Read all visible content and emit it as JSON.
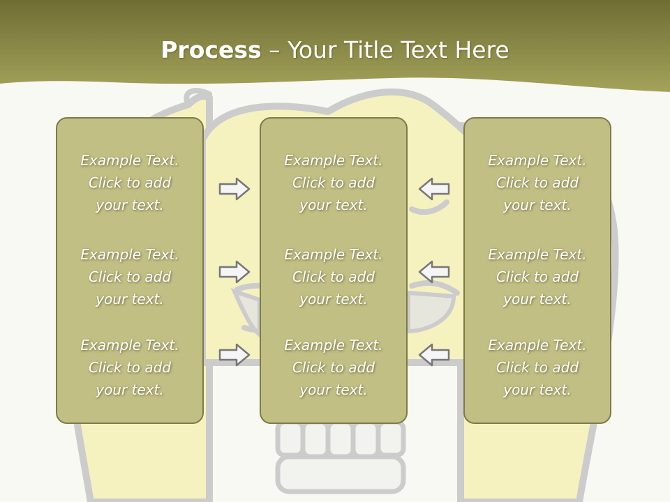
{
  "slide": {
    "title_bold": "Process",
    "title_rest": " – Your Title Text Here"
  },
  "colors": {
    "header": "#8c8a45",
    "box_fill": "#c2bf85",
    "box_border": "#7d7b48",
    "arrow_fill": "#f5f5f5",
    "arrow_stroke": "#777777",
    "background": "#f8f9f3",
    "art_fill": "#f5f2c0",
    "art_stroke": "#cccccc"
  },
  "columns": [
    {
      "items": [
        {
          "line1": "Example Text.",
          "line2": "Click  to add",
          "line3": "your text."
        },
        {
          "line1": "Example Text.",
          "line2": "Click  to add",
          "line3": "your text."
        },
        {
          "line1": "Example Text.",
          "line2": "Click  to add",
          "line3": "your text."
        }
      ]
    },
    {
      "items": [
        {
          "line1": "Example Text.",
          "line2": "Click  to add",
          "line3": "your text."
        },
        {
          "line1": "Example Text.",
          "line2": "Click  to add",
          "line3": "your text."
        },
        {
          "line1": "Example Text.",
          "line2": "Click  to add",
          "line3": "your text."
        }
      ]
    },
    {
      "items": [
        {
          "line1": "Example Text.",
          "line2": "Click  to add",
          "line3": "your text."
        },
        {
          "line1": "Example Text.",
          "line2": "Click  to add",
          "line3": "your text."
        },
        {
          "line1": "Example Text.",
          "line2": "Click  to add",
          "line3": "your text."
        }
      ]
    }
  ],
  "arrows": {
    "left_group": "arrow-right-icon",
    "right_group": "arrow-left-icon"
  }
}
